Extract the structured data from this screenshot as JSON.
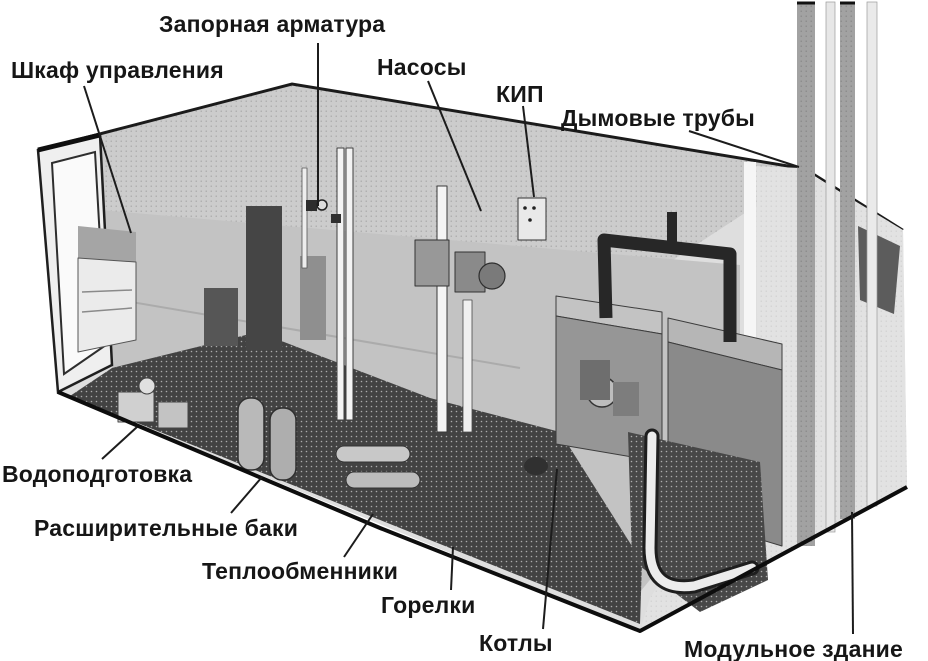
{
  "diagram": {
    "kind": "cutaway-technical-illustration",
    "colors": {
      "background": "#ffffff",
      "ink": "#1c1c1c",
      "floor_dark": "#424242",
      "wall_light": "#e2e2e2",
      "roof_gray": "#cccccc"
    }
  },
  "labels": [
    {
      "id": "shutoff-valves",
      "text": "Запорная арматура"
    },
    {
      "id": "control-cabinet",
      "text": "Шкаф управления"
    },
    {
      "id": "pumps",
      "text": "Насосы"
    },
    {
      "id": "instrumentation",
      "text": "КИП"
    },
    {
      "id": "smoke-stacks",
      "text": "Дымовые трубы"
    },
    {
      "id": "water-treatment",
      "text": "Водоподготовка"
    },
    {
      "id": "expansion-tanks",
      "text": "Расширительные баки"
    },
    {
      "id": "heat-exchangers",
      "text": "Теплообменники"
    },
    {
      "id": "burners",
      "text": "Горелки"
    },
    {
      "id": "boilers",
      "text": "Котлы"
    },
    {
      "id": "modular-building",
      "text": "Модульное здание"
    }
  ]
}
